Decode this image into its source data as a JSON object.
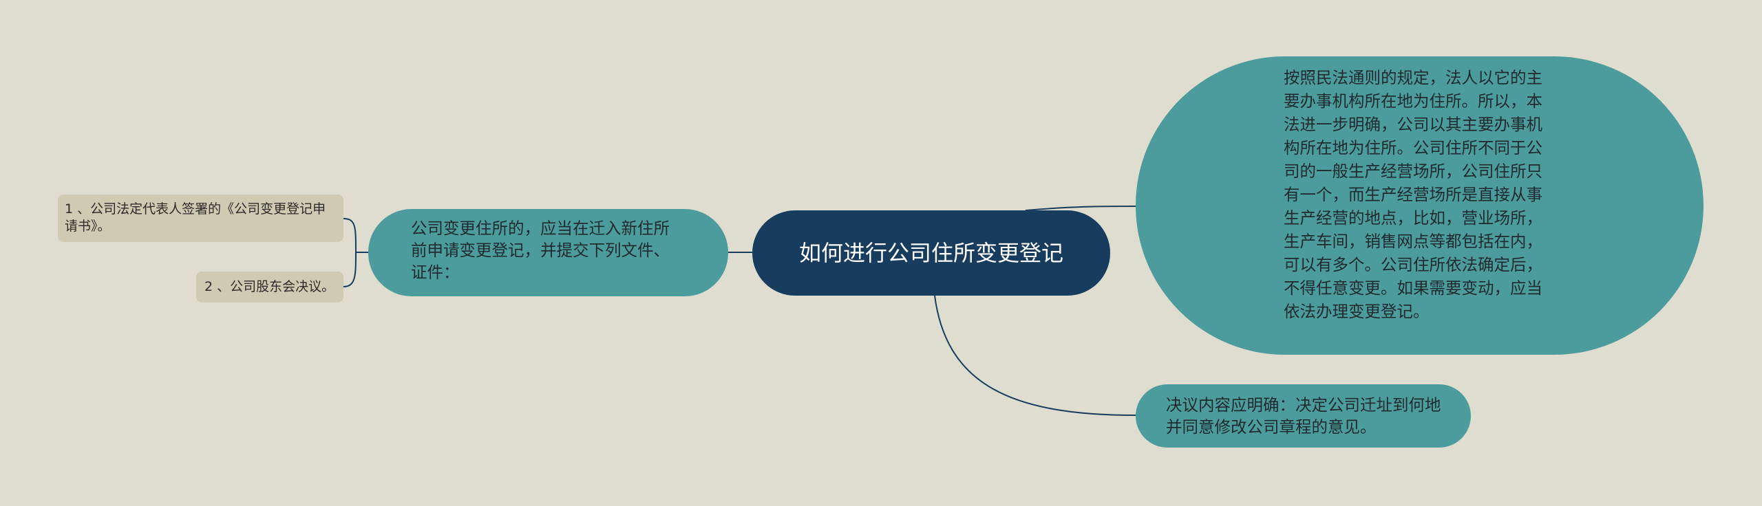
{
  "root": {
    "text": "如何进行公司住所变更登记"
  },
  "left_branch": {
    "text": "公司变更住所的，应当在迁入新住所前申请变更登记，并提交下列文件、证件：",
    "children": [
      {
        "text": "1 、公司法定代表人签署的《公司变更登记申请书》。"
      },
      {
        "text": "2 、公司股东会决议。"
      }
    ]
  },
  "right_branches": [
    {
      "text": "按照民法通则的规定，法人以它的主要办事机构所在地为住所。所以，本法进一步明确，公司以其主要办事机构所在地为住所。公司住所不同于公司的一般生产经营场所，公司住所只有一个，而生产经营场所是直接从事生产经营的地点，比如，营业场所，生产车间，销售网点等都包括在内，可以有多个。公司住所依法确定后，不得任意变更。如果需要变动，应当依法办理变更登记。"
    },
    {
      "text": "决议内容应明确：决定公司迁址到何地并同意修改公司章程的意见。"
    }
  ],
  "colors": {
    "background": "#dfddcf",
    "root": "#173c5e",
    "branch": "#4d9c9d",
    "leaf": "#cfcbb2",
    "line": "#173c5e"
  }
}
